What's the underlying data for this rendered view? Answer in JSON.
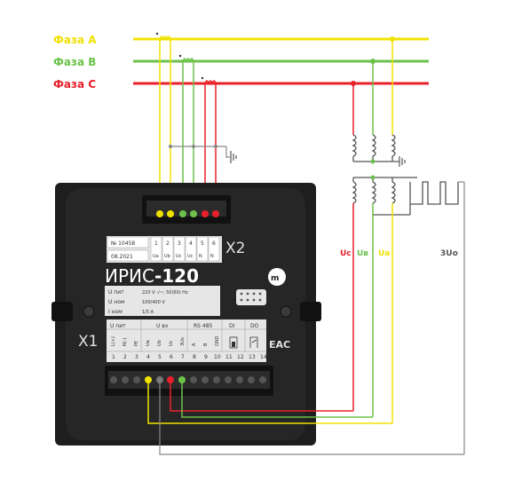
{
  "phases": {
    "a": {
      "label": "Фаза A",
      "color": "#f0e200"
    },
    "b": {
      "label": "Фаза B",
      "color": "#6cc24a"
    },
    "c": {
      "label": "Фаза C",
      "color": "#e8202a"
    }
  },
  "device": {
    "serial": "№ 10458",
    "date": "08.2021",
    "model_a": "ИРИС",
    "model_b": "-120",
    "x1": "X1",
    "x2": "X2",
    "terminals_top": [
      "1",
      "2",
      "3",
      "4",
      "5",
      "6"
    ],
    "terminals_top_sub": [
      "Ua",
      "Ub",
      "Uc",
      "Uc",
      "N",
      "N"
    ],
    "specs": [
      {
        "k": "U пит",
        "v": "220 V -/~; 50(60) Hz"
      },
      {
        "k": "U ном",
        "v": "100/400 V"
      },
      {
        "k": "I ном",
        "v": "1/5 A"
      }
    ],
    "groups": {
      "upit": "U пит",
      "uvx": "U вх",
      "rs": "RS 485",
      "di": "DI",
      "do": "DO"
    },
    "bottom_sub": [
      "L(+)",
      "N(-)",
      "PE",
      "Ua",
      "Ub",
      "Uc",
      "3Uo",
      "A",
      "B",
      "GND",
      "",
      "",
      "",
      ""
    ],
    "terminals_bottom": [
      "1",
      "2",
      "3",
      "4",
      "5",
      "6",
      "7",
      "8",
      "9",
      "10",
      "11",
      "12",
      "13",
      "14"
    ],
    "eac": "EAC"
  },
  "wire_labels": {
    "uc": "Uc",
    "ub": "Uв",
    "ua": "Uа",
    "u0": "3Uo"
  },
  "colors": {
    "gray": "#888888",
    "dark": "#1e1e1e"
  }
}
